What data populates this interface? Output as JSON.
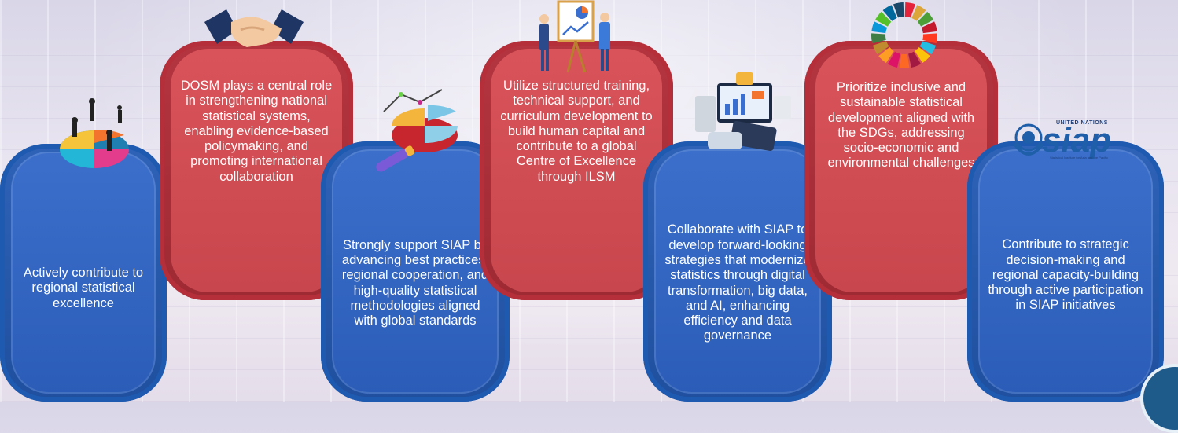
{
  "cards": [
    {
      "text": "Actively contribute to regional statistical excellence",
      "color": "#2b5db8"
    },
    {
      "text": "DOSM plays a central role in strengthening national statistical systems, enabling evidence-based policymaking, and promoting international collaboration",
      "color": "#c8464d"
    },
    {
      "text": "Strongly support SIAP by advancing best practices, regional cooperation, and high-quality statistical methodologies aligned with global standards",
      "color": "#2b5db8"
    },
    {
      "text": "Utilize structured training, technical support, and curriculum development to build human capital and contribute to a global Centre of Excellence through ILSM",
      "color": "#c8464d"
    },
    {
      "text": "Collaborate with SIAP to develop forward-looking strategies that modernize statistics through digital transformation, big data, and AI, enhancing efficiency and data governance",
      "color": "#2b5db8"
    },
    {
      "text": "Prioritize inclusive and sustainable statistical development aligned with the SDGs, addressing socio-economic and environmental challenges",
      "color": "#c8464d"
    },
    {
      "text": "Contribute to strategic decision-making and regional capacity-building through active participation in SIAP initiatives",
      "color": "#2b5db8"
    }
  ],
  "logo": {
    "org": "UNITED NATIONS",
    "name": "siap",
    "subtitle": "Statistical Institute for Asia and the Pacific"
  },
  "icons": [
    "pie-chart-people-icon",
    "handshake-icon",
    "3d-pie-chart-icon",
    "presentation-board-icon",
    "devices-analytics-icon",
    "sdg-wheel-icon",
    "siap-logo"
  ]
}
